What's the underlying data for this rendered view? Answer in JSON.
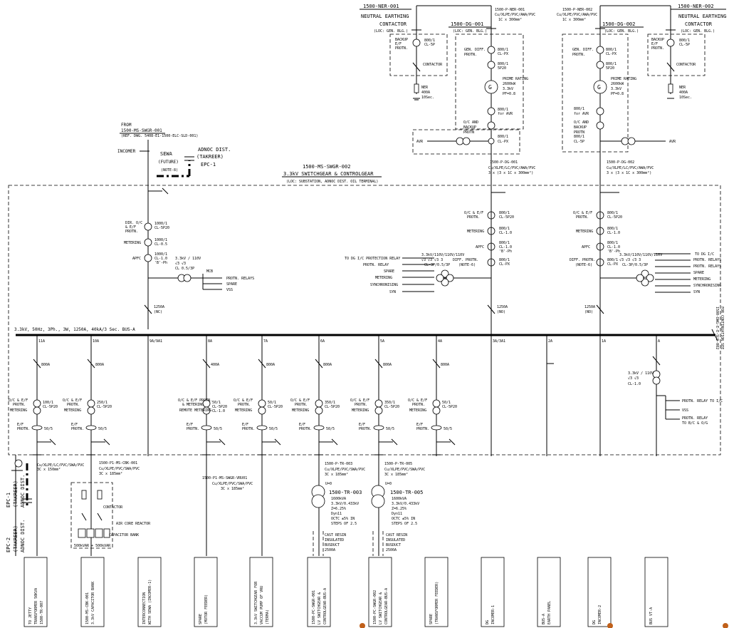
{
  "top": {
    "ner_left": {
      "tag": "1500-NER-001",
      "title1": "NEUTRAL EARTHING",
      "title2": "CONTACTOR",
      "loc": "(LOC: GEN. BLG.)",
      "backup1": "BACKUP",
      "backup2": "E/F",
      "backup3": "PROTN.",
      "ct1": "800/1",
      "ct2": "CL-5P",
      "contactor": "CONTACTOR",
      "ner1": "NER",
      "ner2": "400A",
      "ner3": "10Sec."
    },
    "ner_right": {
      "tag": "1500-NER-002",
      "title1": "NEUTRAL EARTHING",
      "title2": "CONTACTOR",
      "loc": "(LOC: GEN. BLG.)",
      "backup1": "BACKUP",
      "backup2": "E/F",
      "backup3": "PROTN.",
      "ct1": "800/1",
      "ct2": "CL-5P",
      "contactor": "CONTACTOR",
      "ner1": "NER",
      "ner2": "400A",
      "ner3": "10Sec."
    },
    "cable_ner_left": {
      "tag": "1500-P-NER-001",
      "spec": "Cu/XLPE/PVC/AWA/PVC",
      "size": "1C x 300mm²"
    },
    "cable_ner_right": {
      "tag": "1500-P-NER-002",
      "spec": "Cu/XLPE/PVC/AWA/PVC",
      "size": "1C x 300mm²"
    },
    "dg_left": {
      "tag": "1500-DG-001",
      "loc": "(LOC: GEN. BLG.)",
      "gendiff1": "GEN. DIFF.",
      "gendiff2": "PROTN.",
      "ct_a1": "800/1",
      "ct_a2": "CL-PX",
      "ct_b1": "800/1",
      "ct_b2": "5P20",
      "prime1": "PRIME RATING",
      "prime2": "2600kW",
      "prime3": "3.3kV",
      "prime4": "PF=0.8",
      "ct_c1": "800/1",
      "ct_c2": "for AVR",
      "oc1": "O/C AND",
      "oc2": "BACKUP",
      "oc3": "PROTN",
      "ct_d1": "800/1",
      "ct_d2": "CL-PX",
      "avr": "AVR"
    },
    "dg_right": {
      "tag": "1500-DG-002",
      "loc": "(LOC: GEN. BLG.)",
      "gendiff1": "GEN. DIFF.",
      "gendiff2": "PROTN.",
      "ct_a1": "800/1",
      "ct_a2": "CL-PX",
      "ct_b1": "800/1",
      "ct_b2": "5P20",
      "prime1": "PRIME RATING",
      "prime2": "2600kW",
      "prime3": "3.3kV",
      "prime4": "PF=0.8",
      "ct_c1": "800/1",
      "ct_c2": "for AVR",
      "oc1": "O/C AND",
      "oc2": "BACKUP",
      "oc3": "PROTN",
      "ct_d1": "800/1",
      "ct_d2": "CL-5P",
      "avr": "AVR"
    },
    "cable_dg_left": {
      "tag": "1500-P-DG-001",
      "spec": "Cu/XLPE/LC/PVC/AWA/PVC",
      "size": "3 x (3 x 1C x 300mm²)"
    },
    "cable_dg_right": {
      "tag": "1500-P-DG-002",
      "spec": "Cu/XLPE/LC/PVC/AWA/PVC",
      "size": "3 x (3 x 1C x 300mm²)"
    }
  },
  "incomer": {
    "from1": "FROM",
    "from2": "1500-MS-SWGR-001",
    "ref": "(REF. DWG. 5408-E1-1500-ELC-SLD-001)",
    "label": "INCOMER",
    "sewa1": "SEWA",
    "sewa2": "(FUTURE)",
    "note": "(NOTE-8)",
    "adnoc1": "ADNOC DIST.",
    "adnoc2": "(TAKREER)",
    "epc": "EPC-1"
  },
  "swgr": {
    "tag": "1500-MS-SWGR-002",
    "title": "3.3kV SWITCHGEAR & CONTROLGEAR",
    "loc": "(LOC: SUBSTATION, ADNOC DIST. OIL TERMINAL)"
  },
  "inc_panel": {
    "dir1": "DIR. O/C",
    "dir2": "& E/F",
    "dir3": "PROTN.",
    "ct1a": "1000/1",
    "ct1b": "CL-5P20",
    "metering": "METERING",
    "ct2a": "1000/1",
    "ct2b": "CL-0.5",
    "apfc": "APFC",
    "ct3a": "1000/1",
    "ct3b": "CL-1.0",
    "ct3c": "'B'-Ph",
    "vt1": "3.3kV / 110V",
    "vt2": "√3    √3",
    "vt3": "CL 0.5/3P",
    "mcb": "MCB",
    "out1": "PROTN. RELAYS",
    "out2": "SPARE",
    "out3": "VSS",
    "brk1": "1250A",
    "brk2": "(NC)"
  },
  "gen_panel_l": {
    "oc1": "O/C & E/F",
    "oc2": "PROTN.",
    "ct1a": "800/1",
    "ct1b": "CL-5P20",
    "metering": "METERING",
    "ct2a": "800/1",
    "ct2b": "CL-1.0",
    "apfc": "APFC",
    "ct3a": "800/1",
    "ct3b": "CL-1.0",
    "ct3c": "'B'-Ph",
    "diff1": "DIFF. PROTN.",
    "diff2": "(NOTE-6)",
    "ct4a": "800/1",
    "ct4b": "CL-PX",
    "vt": "3.3kV/110V/110V/110V",
    "vt2": "√3   √3   √3   3",
    "vt3": "CL-3P/0.5/3P",
    "o1": "TO DG I/C PROTECTION RELAY",
    "o2": "PROTN. RELAY",
    "o3": "SPARE",
    "o4": "METERING",
    "o5": "SYNCHRONISING",
    "o6": "SYN",
    "brk1": "1250A",
    "brk2": "(NO)"
  },
  "gen_panel_r": {
    "oc1": "O/C & E/F",
    "oc2": "PROTN.",
    "ct1a": "800/1",
    "ct1b": "CL-5P20",
    "metering": "METERING",
    "ct2a": "800/1",
    "ct2b": "CL-1.0",
    "apfc": "APFC",
    "ct3a": "800/1",
    "ct3b": "CL-1.0",
    "ct3c": "'B'-Ph",
    "diff1": "DIFF. PROTN.",
    "diff2": "(NOTE-6)",
    "ct4a": "800/1",
    "ct4b": "CL-PX",
    "vt": "3.3kV/110V/110V/110V",
    "vt2": "√3   √3   √3   3",
    "vt3": "CL-3P/0.5/3P",
    "o1": "TO DG I/C",
    "o2": "PROTN. RELAYS",
    "o3": "PROTN. RELAYS",
    "o4": "SPARE",
    "o5": "METERING",
    "o6": "SYNCHRONISING",
    "o7": "SYN",
    "brk1": "1250A",
    "brk2": "(NO)"
  },
  "bus": {
    "label": "3.3kV, 50Hz, 3Ph., 3W, 1250A, 40kA/3 Sec. BUS-A",
    "cont": "FOR CONTINUATION SEE",
    "cont2": "1500-DWG-E-E-SLD-002"
  },
  "bus_taps": [
    "11A",
    "10A",
    "9A/9A1",
    "8A",
    "7A",
    "6A",
    "5A",
    "4A",
    "3A/3A1",
    "2A",
    "1A",
    "A"
  ],
  "feeders": [
    {
      "brk": "800A",
      "p1": "O/C & E/F",
      "p2": "PROTN.",
      "p3": "METERING",
      "ct1": "100/1",
      "ct2": "CL-5P20",
      "ef1": "E/F",
      "ef2": "PROTN.",
      "zct": "50/5"
    },
    {
      "brk": "800A",
      "p1": "O/C & E/F",
      "p2": "PROTN.",
      "p3": "METERING",
      "ct1": "250/1",
      "ct2": "CL-5P20",
      "ef1": "E/F",
      "ef2": "PROTN.",
      "zct": "50/5"
    },
    {
      "brk": "400A",
      "p1": "O/C & E/F PROTN.",
      "p2": "& METERING",
      "p3": "REMOTE METERING",
      "ct1": "50/1",
      "ct2": "CL-5P20",
      "ct3": "CL-1.0",
      "ef1": "E/F",
      "ef2": "PROTN.",
      "zct": "50/5"
    },
    {
      "brk": "800A",
      "p1": "O/C & E/F",
      "p2": "PROTN.",
      "p3": "METERING",
      "ct1": "50/1",
      "ct2": "CL-5P20",
      "ef1": "E/F",
      "ef2": "PROTN.",
      "zct": "50/5"
    },
    {
      "brk": "800A",
      "p1": "O/C & E/F",
      "p2": "PROTN.",
      "p3": "METERING",
      "ct1": "350/1",
      "ct2": "CL-5P20",
      "ef1": "E/F",
      "ef2": "PROTN.",
      "zct": "50/5"
    },
    {
      "brk": "800A",
      "p1": "O/C & E/F",
      "p2": "PROTN.",
      "p3": "METERING",
      "ct1": "350/1",
      "ct2": "CL-5P20",
      "ef1": "E/F",
      "ef2": "PROTN.",
      "zct": "50/5"
    },
    {
      "brk": "800A",
      "p1": "O/C & E/F",
      "p2": "PROTN.",
      "p3": "METERING",
      "ct1": "50/1",
      "ct2": "CL-5P20",
      "ef1": "E/F",
      "ef2": "PROTN.",
      "zct": "50/5"
    }
  ],
  "bus_vt": {
    "vt1": "3.3kV / 110V",
    "vt2": "√3    √3",
    "vt3": "CL-1.0",
    "o1": "PROTN. RELAY TO I/C",
    "o2": "VSS",
    "o3": "PROTN. RELAY",
    "o4": "TO B/C & O/G"
  },
  "cables_bottom": {
    "c11": {
      "spec": "Cu/XLPE/LC/PVC/SWA/PVC",
      "size": "3C x 150mm²"
    },
    "c10": {
      "tag": "1500-P1-MS-CBK-001",
      "spec": "Cu/XLPE/PVC/SWA/PVC",
      "size": "3C x 185mm²"
    },
    "c7": {
      "tag": "1500-P1-MS-SWGR-VRU01",
      "spec": "Cu/XLPE/PVC/SWA/PVC",
      "size": "3C x 185mm²"
    },
    "c6": {
      "tag": "1500-P-TR-003",
      "spec": "Cu/XLPE/PVC/SWA/PVC",
      "size": "3C x 185mm²"
    },
    "c5": {
      "tag": "1500-P-TR-005",
      "spec": "Cu/XLPE/PVC/SWA/PVC",
      "size": "3C x 185mm²"
    }
  },
  "capbank": {
    "contactor": "CONTACTOR",
    "reactor": "AIR CORE REACTOR",
    "bank": "CAPACITOR BANK",
    "rating": "500kVAR + 500kVAR"
  },
  "tr3": {
    "tag": "1500-TR-003",
    "kva": "1600kVA",
    "v": "3.3kV/0.433kV",
    "z": "Z=6.25%",
    "vec": "Dyn11",
    "tap1": "OCTC ±5% IN",
    "tap2": "STEPS OF 2.5",
    "bd1": "CAST RESIN",
    "bd2": "INSULATED",
    "bd3": "BUSDUCT",
    "bd4": "2500A",
    "un": "U=0"
  },
  "tr5": {
    "tag": "1500-TR-005",
    "kva": "1600kVA",
    "v": "3.3kV/0.433kV",
    "z": "Z=6.25%",
    "vec": "Dyn11",
    "tap1": "OCTC ±5% IN",
    "tap2": "STEPS OF 2.5",
    "bd1": "CAST RESIN",
    "bd2": "INSULATED",
    "bd3": "BUSDUCT",
    "bd4": "2500A",
    "un": "U=0"
  },
  "earth": {
    "epc1a": "EPC-1",
    "epc1b": "(TAKREER)",
    "epc1c": "ADNOC DIST.",
    "epc2a": "EPC-2",
    "epc2b": "(TAKREER)",
    "epc2c": "ADNOC DIST."
  },
  "destinations": [
    {
      "l1": "TO JETTY",
      "l2": "TRANSFORMER 50KVA",
      "l3": "1500-TR-007"
    },
    {
      "l1": "1500-MS-CBK-001",
      "l2": "3.3kV CAPACITOR BANK",
      "l3": ""
    },
    {
      "l1": "INTERCONNECTION",
      "l2": "WITH SEWA (INCOMER-1)",
      "l3": ""
    },
    {
      "l1": "SPARE",
      "l2": "(MOTOR FEEDER)",
      "l3": ""
    },
    {
      "l1": "3.3kV SWITCHGEAR FOR",
      "l2": "VACCUM PUMP OF VRU",
      "l3": "(TERMA)"
    },
    {
      "l1": "1500-PC-SWGR-001",
      "l2": "LV SWITCHGEAR &",
      "l3": "CONTROLGEAR-BUS-A"
    },
    {
      "l1": "1500-PC-SWGR-002",
      "l2": "LV SWITCHGEAR &",
      "l3": "CONTROLGEAR-BUS-A"
    },
    {
      "l1": "SPARE",
      "l2": "(TRANSFORMER FEEDER)",
      "l3": ""
    },
    {
      "l1": "DG",
      "l2": "INCOMER-1",
      "l3": ""
    },
    {
      "l1": "BUS-A",
      "l2": "EARTH PANEL",
      "l3": ""
    },
    {
      "l1": "DG",
      "l2": "INCOMER-2",
      "l3": ""
    },
    {
      "l1": "BUS VT-A",
      "l2": "",
      "l3": ""
    }
  ]
}
